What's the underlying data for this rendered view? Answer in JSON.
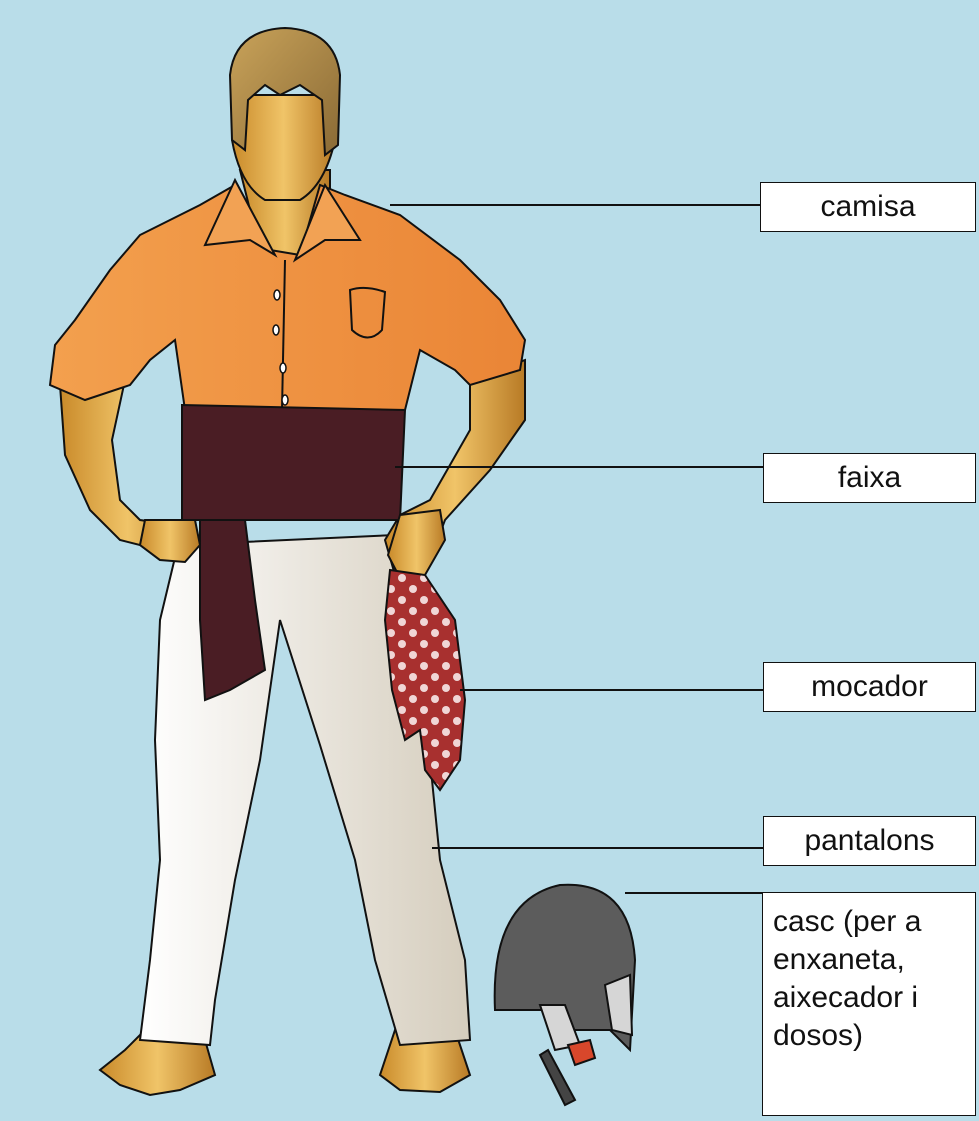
{
  "labels": {
    "camisa": "camisa",
    "faixa": "faixa",
    "mocador": "mocador",
    "pantalons": "pantalons",
    "casc_lines": [
      "casc (per a",
      "enxaneta,",
      "aixecador i",
      "dosos)"
    ]
  },
  "colors": {
    "background": "#b9dde9",
    "shirt": "#f0903f",
    "sash": "#4a1d24",
    "handkerchief": "#a52c2e",
    "trousers": "#e9e6de",
    "skin": "#d39a3c",
    "hair": "#b08a48",
    "helmet": "#5c5c5c"
  }
}
